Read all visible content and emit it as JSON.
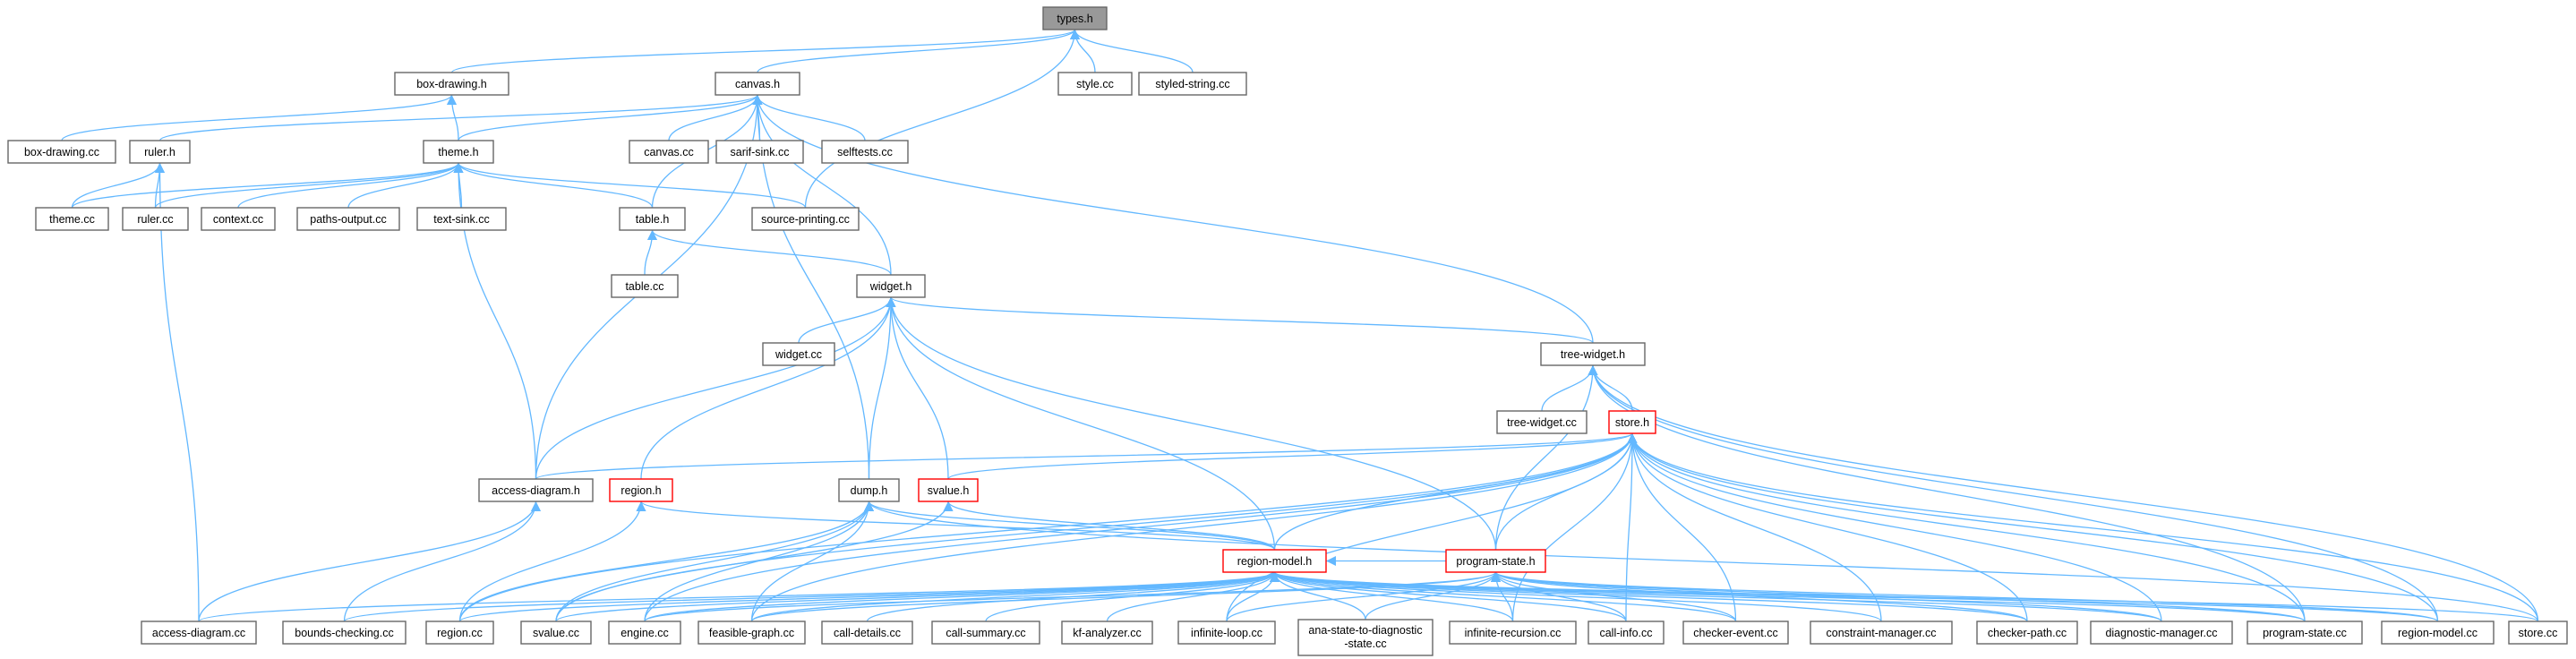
{
  "graph": {
    "colors": {
      "edge": "#63b8ff",
      "node_border": "#666666",
      "root_fill": "#999999",
      "truncated_border": "#ff0000",
      "background": "#ffffff"
    },
    "nodes": [
      {
        "id": "types_h",
        "label": "types.h",
        "style": "root"
      },
      {
        "id": "box_drawing_h",
        "label": "box-drawing.h"
      },
      {
        "id": "canvas_h",
        "label": "canvas.h"
      },
      {
        "id": "style_cc",
        "label": "style.cc"
      },
      {
        "id": "styled_string_cc",
        "label": "styled-string.cc"
      },
      {
        "id": "box_drawing_cc",
        "label": "box-drawing.cc"
      },
      {
        "id": "ruler_h",
        "label": "ruler.h"
      },
      {
        "id": "theme_h",
        "label": "theme.h"
      },
      {
        "id": "canvas_cc",
        "label": "canvas.cc"
      },
      {
        "id": "sarif_sink_cc",
        "label": "sarif-sink.cc"
      },
      {
        "id": "selftests_cc",
        "label": "selftests.cc"
      },
      {
        "id": "theme_cc",
        "label": "theme.cc"
      },
      {
        "id": "ruler_cc",
        "label": "ruler.cc"
      },
      {
        "id": "context_cc",
        "label": "context.cc"
      },
      {
        "id": "paths_output_cc",
        "label": "paths-output.cc"
      },
      {
        "id": "text_sink_cc",
        "label": "text-sink.cc"
      },
      {
        "id": "table_h",
        "label": "table.h"
      },
      {
        "id": "source_printing_cc",
        "label": "source-printing.cc"
      },
      {
        "id": "table_cc",
        "label": "table.cc"
      },
      {
        "id": "widget_h",
        "label": "widget.h"
      },
      {
        "id": "widget_cc",
        "label": "widget.cc"
      },
      {
        "id": "tree_widget_h",
        "label": "tree-widget.h"
      },
      {
        "id": "tree_widget_cc",
        "label": "tree-widget.cc"
      },
      {
        "id": "store_h",
        "label": "store.h",
        "style": "truncated"
      },
      {
        "id": "access_diagram_h",
        "label": "access-diagram.h"
      },
      {
        "id": "region_h",
        "label": "region.h",
        "style": "truncated"
      },
      {
        "id": "dump_h",
        "label": "dump.h"
      },
      {
        "id": "svalue_h",
        "label": "svalue.h",
        "style": "truncated"
      },
      {
        "id": "region_model_h",
        "label": "region-model.h",
        "style": "truncated"
      },
      {
        "id": "program_state_h",
        "label": "program-state.h",
        "style": "truncated"
      },
      {
        "id": "access_diagram_cc",
        "label": "access-diagram.cc"
      },
      {
        "id": "bounds_checking_cc",
        "label": "bounds-checking.cc"
      },
      {
        "id": "region_cc",
        "label": "region.cc"
      },
      {
        "id": "svalue_cc",
        "label": "svalue.cc"
      },
      {
        "id": "engine_cc",
        "label": "engine.cc"
      },
      {
        "id": "feasible_graph_cc",
        "label": "feasible-graph.cc"
      },
      {
        "id": "call_details_cc",
        "label": "call-details.cc"
      },
      {
        "id": "call_summary_cc",
        "label": "call-summary.cc"
      },
      {
        "id": "kf_analyzer_cc",
        "label": "kf-analyzer.cc"
      },
      {
        "id": "infinite_loop_cc",
        "label": "infinite-loop.cc"
      },
      {
        "id": "ana_state_cc",
        "label": "ana-state-to-diagnostic\n-state.cc"
      },
      {
        "id": "infinite_recursion_cc",
        "label": "infinite-recursion.cc"
      },
      {
        "id": "call_info_cc",
        "label": "call-info.cc"
      },
      {
        "id": "checker_event_cc",
        "label": "checker-event.cc"
      },
      {
        "id": "constraint_manager_cc",
        "label": "constraint-manager.cc"
      },
      {
        "id": "checker_path_cc",
        "label": "checker-path.cc"
      },
      {
        "id": "diagnostic_manager_cc",
        "label": "diagnostic-manager.cc"
      },
      {
        "id": "program_state_cc",
        "label": "program-state.cc"
      },
      {
        "id": "region_model_cc",
        "label": "region-model.cc"
      },
      {
        "id": "store_cc",
        "label": "store.cc"
      }
    ],
    "edges": [
      [
        "box_drawing_h",
        "types_h"
      ],
      [
        "canvas_h",
        "types_h"
      ],
      [
        "style_cc",
        "types_h"
      ],
      [
        "styled_string_cc",
        "types_h"
      ],
      [
        "source_printing_cc",
        "types_h"
      ],
      [
        "box_drawing_cc",
        "box_drawing_h"
      ],
      [
        "theme_h",
        "box_drawing_h"
      ],
      [
        "ruler_h",
        "canvas_h"
      ],
      [
        "theme_h",
        "canvas_h"
      ],
      [
        "canvas_cc",
        "canvas_h"
      ],
      [
        "sarif_sink_cc",
        "canvas_h"
      ],
      [
        "selftests_cc",
        "canvas_h"
      ],
      [
        "table_h",
        "canvas_h"
      ],
      [
        "widget_h",
        "canvas_h"
      ],
      [
        "tree_widget_h",
        "canvas_h"
      ],
      [
        "access_diagram_h",
        "canvas_h"
      ],
      [
        "dump_h",
        "canvas_h"
      ],
      [
        "theme_cc",
        "ruler_h"
      ],
      [
        "ruler_cc",
        "ruler_h"
      ],
      [
        "access_diagram_cc",
        "ruler_h"
      ],
      [
        "theme_cc",
        "theme_h"
      ],
      [
        "ruler_cc",
        "theme_h"
      ],
      [
        "context_cc",
        "theme_h"
      ],
      [
        "paths_output_cc",
        "theme_h"
      ],
      [
        "text_sink_cc",
        "theme_h"
      ],
      [
        "table_h",
        "theme_h"
      ],
      [
        "source_printing_cc",
        "theme_h"
      ],
      [
        "access_diagram_h",
        "theme_h"
      ],
      [
        "table_cc",
        "table_h"
      ],
      [
        "widget_h",
        "table_h"
      ],
      [
        "widget_cc",
        "widget_h"
      ],
      [
        "tree_widget_h",
        "widget_h"
      ],
      [
        "access_diagram_h",
        "widget_h"
      ],
      [
        "region_h",
        "widget_h"
      ],
      [
        "dump_h",
        "widget_h"
      ],
      [
        "svalue_h",
        "widget_h"
      ],
      [
        "region_model_h",
        "widget_h"
      ],
      [
        "program_state_h",
        "widget_h"
      ],
      [
        "tree_widget_cc",
        "tree_widget_h"
      ],
      [
        "store_h",
        "tree_widget_h"
      ],
      [
        "program_state_h",
        "tree_widget_h"
      ],
      [
        "program_state_cc",
        "tree_widget_h"
      ],
      [
        "region_model_cc",
        "tree_widget_h"
      ],
      [
        "store_cc",
        "tree_widget_h"
      ],
      [
        "access_diagram_h",
        "store_h"
      ],
      [
        "svalue_h",
        "store_h"
      ],
      [
        "region_model_h",
        "store_h"
      ],
      [
        "program_state_h",
        "store_h"
      ],
      [
        "region_cc",
        "store_h"
      ],
      [
        "svalue_cc",
        "store_h"
      ],
      [
        "engine_cc",
        "store_h"
      ],
      [
        "feasible_graph_cc",
        "store_h"
      ],
      [
        "infinite_loop_cc",
        "store_h"
      ],
      [
        "infinite_recursion_cc",
        "store_h"
      ],
      [
        "call_info_cc",
        "store_h"
      ],
      [
        "checker_event_cc",
        "store_h"
      ],
      [
        "constraint_manager_cc",
        "store_h"
      ],
      [
        "checker_path_cc",
        "store_h"
      ],
      [
        "diagnostic_manager_cc",
        "store_h"
      ],
      [
        "program_state_cc",
        "store_h"
      ],
      [
        "region_model_cc",
        "store_h"
      ],
      [
        "store_cc",
        "store_h"
      ],
      [
        "access_diagram_cc",
        "access_diagram_h"
      ],
      [
        "bounds_checking_cc",
        "access_diagram_h"
      ],
      [
        "region_model_h",
        "region_h"
      ],
      [
        "region_cc",
        "region_h"
      ],
      [
        "region_model_h",
        "dump_h"
      ],
      [
        "region_cc",
        "dump_h"
      ],
      [
        "svalue_cc",
        "dump_h"
      ],
      [
        "engine_cc",
        "dump_h"
      ],
      [
        "feasible_graph_cc",
        "dump_h"
      ],
      [
        "store_cc",
        "dump_h"
      ],
      [
        "region_model_h",
        "svalue_h"
      ],
      [
        "svalue_cc",
        "svalue_h"
      ],
      [
        "program_state_h",
        "region_model_h"
      ],
      [
        "access_diagram_cc",
        "region_model_h"
      ],
      [
        "bounds_checking_cc",
        "region_model_h"
      ],
      [
        "region_cc",
        "region_model_h"
      ],
      [
        "svalue_cc",
        "region_model_h"
      ],
      [
        "engine_cc",
        "region_model_h"
      ],
      [
        "feasible_graph_cc",
        "region_model_h"
      ],
      [
        "call_details_cc",
        "region_model_h"
      ],
      [
        "call_summary_cc",
        "region_model_h"
      ],
      [
        "kf_analyzer_cc",
        "region_model_h"
      ],
      [
        "infinite_loop_cc",
        "region_model_h"
      ],
      [
        "ana_state_cc",
        "region_model_h"
      ],
      [
        "infinite_recursion_cc",
        "region_model_h"
      ],
      [
        "call_info_cc",
        "region_model_h"
      ],
      [
        "checker_event_cc",
        "region_model_h"
      ],
      [
        "constraint_manager_cc",
        "region_model_h"
      ],
      [
        "checker_path_cc",
        "region_model_h"
      ],
      [
        "diagnostic_manager_cc",
        "region_model_h"
      ],
      [
        "program_state_cc",
        "region_model_h"
      ],
      [
        "region_model_cc",
        "region_model_h"
      ],
      [
        "store_cc",
        "region_model_h"
      ],
      [
        "engine_cc",
        "program_state_h"
      ],
      [
        "feasible_graph_cc",
        "program_state_h"
      ],
      [
        "infinite_loop_cc",
        "program_state_h"
      ],
      [
        "ana_state_cc",
        "program_state_h"
      ],
      [
        "infinite_recursion_cc",
        "program_state_h"
      ],
      [
        "call_info_cc",
        "program_state_h"
      ],
      [
        "checker_event_cc",
        "program_state_h"
      ],
      [
        "checker_path_cc",
        "program_state_h"
      ],
      [
        "diagnostic_manager_cc",
        "program_state_h"
      ],
      [
        "program_state_cc",
        "program_state_h"
      ],
      [
        "region_model_cc",
        "program_state_h"
      ]
    ]
  }
}
